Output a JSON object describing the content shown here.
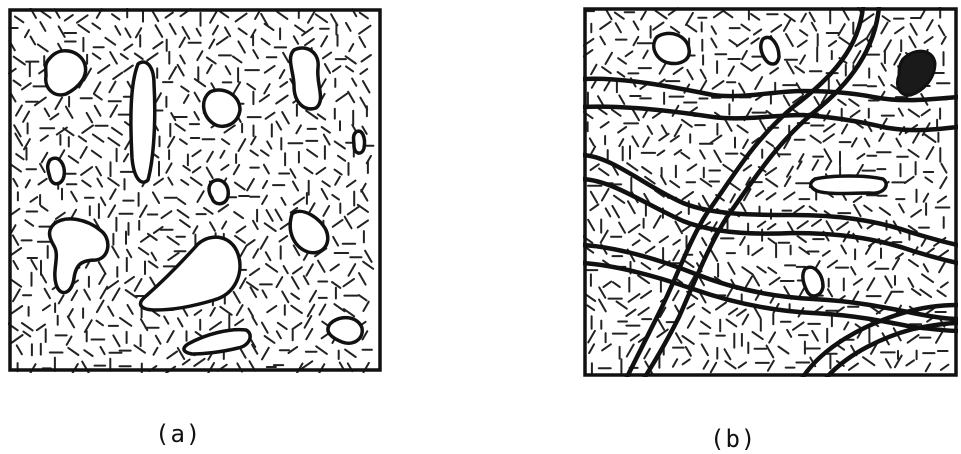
{
  "captions": {
    "a": "(a)",
    "b": "(b)"
  },
  "colors": {
    "ink": "#111111",
    "background": "#ffffff",
    "dash": "#222222"
  },
  "panels": [
    {
      "id": "a",
      "content": "isolated-pores-in-matrix"
    },
    {
      "id": "b",
      "content": "pores-with-crossing-fracture-channels"
    }
  ]
}
